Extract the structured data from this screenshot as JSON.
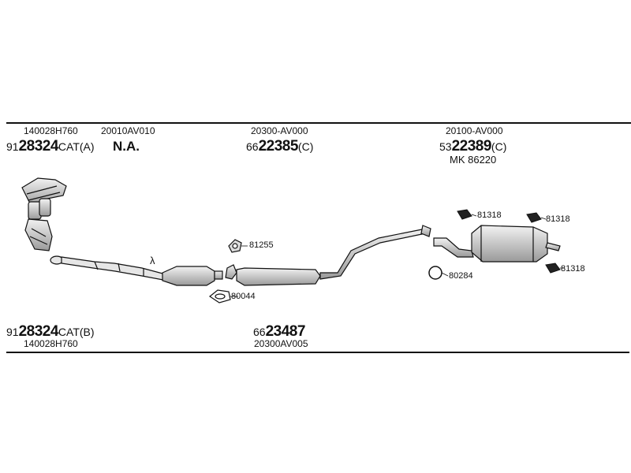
{
  "header": {
    "col1": {
      "oem": "140028H760",
      "prefix": "91",
      "bold": "28324",
      "suffix": "CAT(A)"
    },
    "col2": {
      "oem": "20010AV010",
      "label": "N.A."
    },
    "col3": {
      "oem": "20300-AV000",
      "prefix": "66",
      "bold": "22385",
      "suffix": "(C)"
    },
    "col4": {
      "oem": "20100-AV000",
      "prefix": "53",
      "bold": "22389",
      "suffix": "(C)",
      "kit": "MK  86220"
    }
  },
  "footer": {
    "col1": {
      "prefix": "91",
      "bold": "28324",
      "suffix": "CAT(B)",
      "oem": "140028H760"
    },
    "col3": {
      "prefix": "66",
      "bold": "23487",
      "oem": "20300AV005"
    }
  },
  "callouts": {
    "lambda": "λ",
    "gasket_81255": "81255",
    "gasket_80044": "80044",
    "ring_80284": "80284",
    "hanger_a": "81318",
    "hanger_b": "81318",
    "hanger_c": "81318"
  },
  "colors": {
    "ink": "#111111",
    "part_fill": "#d9d9d9",
    "part_shade": "#a6a6a6"
  }
}
